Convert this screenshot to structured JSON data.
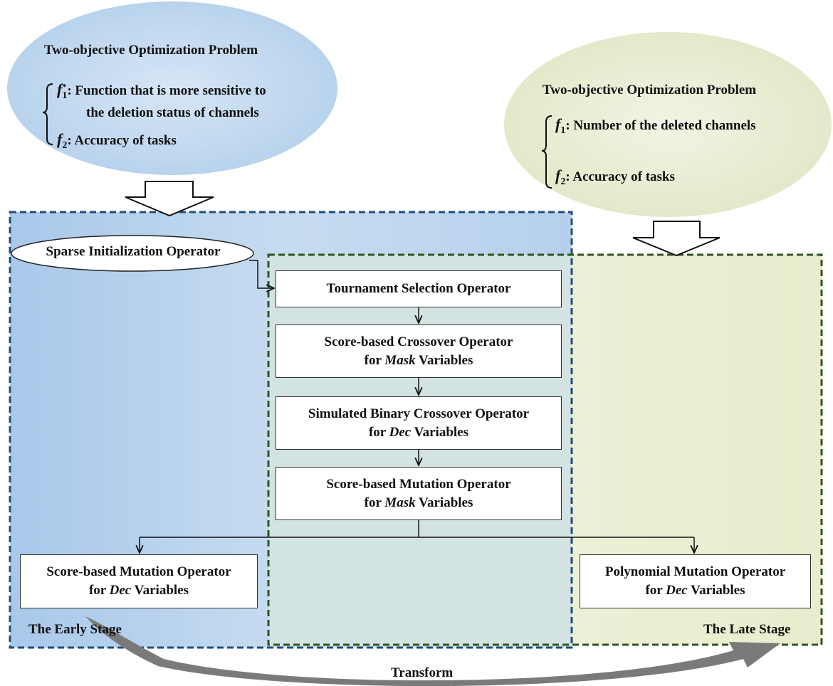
{
  "left_problem": {
    "title": "Two-objective Optimization Problem",
    "f1_symbol": "f",
    "f1_sub": "1",
    "f1_sup": "*",
    "f1_line1": ": Function that is more sensitive to",
    "f1_line2": "the deletion status of channels",
    "f2_symbol": "f",
    "f2_sub": "2",
    "f2_text": ": Accuracy of tasks"
  },
  "right_problem": {
    "title": "Two-objective Optimization Problem",
    "f1_symbol": "f",
    "f1_sub": "1",
    "f1_text": ": Number of the deleted channels",
    "f2_symbol": "f",
    "f2_sub": "2",
    "f2_text": ": Accuracy of tasks"
  },
  "sparse_init": "Sparse Initialization Operator",
  "operators": {
    "tournament": "Tournament Selection Operator",
    "crossover_score_l1": "Score-based Crossover Operator",
    "crossover_score_for": "for ",
    "crossover_score_var": "Mask",
    "crossover_score_tail": " Variables",
    "sbx_l1": "Simulated Binary Crossover Operator",
    "sbx_for": "for ",
    "sbx_var": "Dec",
    "sbx_tail": " Variables",
    "mutation_mask_l1": "Score-based Mutation Operator",
    "mutation_mask_for": "for ",
    "mutation_mask_var": "Mask",
    "mutation_mask_tail": " Variables",
    "mutation_dec_l1": "Score-based Mutation Operator",
    "mutation_dec_for": "for ",
    "mutation_dec_var": "Dec",
    "mutation_dec_tail": " Variables",
    "poly_l1": "Polynomial Mutation Operator",
    "poly_for": "for ",
    "poly_var": "Dec",
    "poly_tail": " Variables"
  },
  "stages": {
    "early": "The Early Stage",
    "late": "The Late Stage",
    "transform": "Transform"
  },
  "colors": {
    "blue_fill": "#c0d6ee",
    "green_fill": "#eef0d8",
    "overlap_fill": "#d2e2e2",
    "blue_border": "#1f4e79",
    "green_border": "#3a5a2a",
    "curve_arrow": "#777777"
  }
}
